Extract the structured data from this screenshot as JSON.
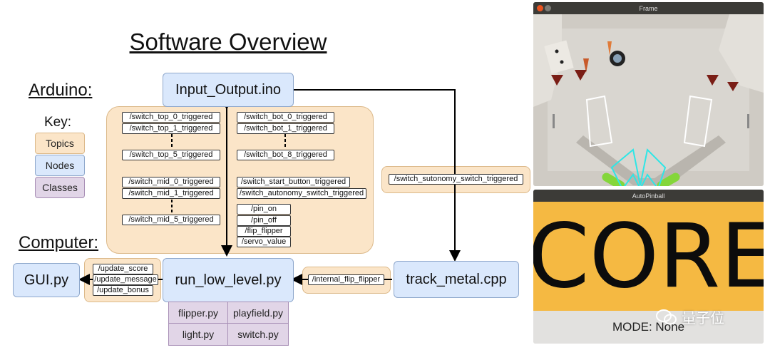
{
  "diagram": {
    "title": "Software Overview",
    "sections": {
      "arduino": "Arduino:",
      "computer": "Computer:"
    },
    "key": {
      "label": "Key:",
      "topics": "Topics",
      "nodes": "Nodes",
      "classes": "Classes"
    },
    "nodes": {
      "input_output": "Input_Output.ino",
      "run_low_level": "run_low_level.py",
      "gui": "GUI.py",
      "track_metal": "track_metal.cpp"
    },
    "topics_left": [
      "/switch_top_0_triggered",
      "/switch_top_1_triggered",
      "/switch_top_5_triggered",
      "/switch_mid_0_triggered",
      "/switch_mid_1_triggered",
      "/switch_mid_5_triggered"
    ],
    "topics_right": [
      "/switch_bot_0_triggered",
      "/switch_bot_1_triggered",
      "/switch_bot_8_triggered",
      "/switch_start_button_triggered",
      "/switch_autonomy_switch_triggered"
    ],
    "topics_pin": [
      "/pin_on",
      "/pin_off",
      "/flip_flipper",
      "/servo_value"
    ],
    "topic_sutonomy": "/switch_sutonomy_switch_triggered",
    "topics_gui": [
      "/update_score",
      "/update_message",
      "/update_bonus"
    ],
    "topic_internal": "/internal_flip_flipper",
    "classes": [
      "flipper.py",
      "playfield.py",
      "light.py",
      "switch.py"
    ],
    "colors": {
      "topics": "#fbe5c8",
      "nodes": "#dae8fc",
      "classes": "#e1d5e7"
    }
  },
  "windows": {
    "frame": {
      "title": "Frame"
    },
    "autopinball": {
      "title": "AutoPinball",
      "score_text": "CORE:",
      "mode_text": "MODE: None",
      "score_bg": "#f5b942"
    }
  },
  "watermark": {
    "text": "量子位"
  }
}
